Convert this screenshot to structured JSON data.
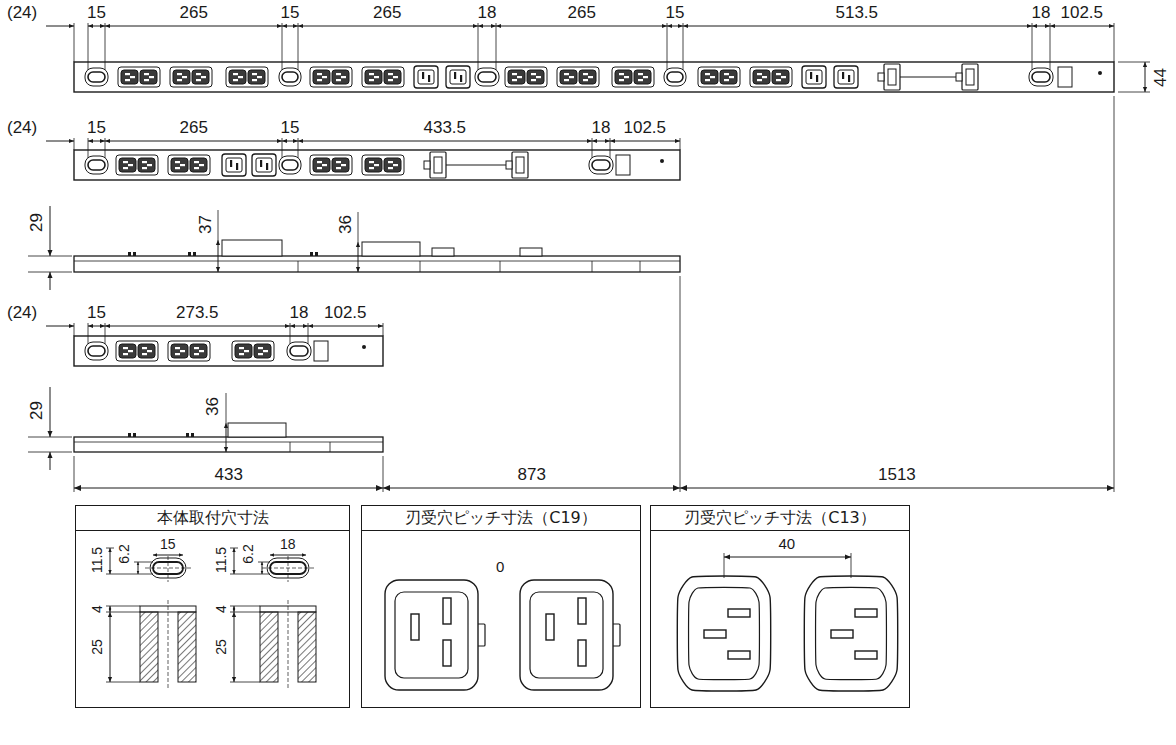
{
  "diagram": {
    "nodes": [
      {
        "text": [
          "本体取付穴寸法"
        ]
      },
      {
        "text": [
          "刃受穴ピッチ寸法（C19）"
        ]
      },
      {
        "text": [
          "刃受穴ピッチ寸法（C13）"
        ]
      }
    ],
    "labels": [
      "(24)",
      "15",
      "265",
      "15",
      "265",
      "18",
      "265",
      "15",
      "513.5",
      "18",
      "102.5",
      "44",
      "(24)",
      "15",
      "265",
      "15",
      "433.5",
      "18",
      "102.5",
      "29",
      "37",
      "36",
      "(24)",
      "15",
      "273.5",
      "18",
      "102.5",
      "29",
      "36",
      "433",
      "873",
      "1513",
      "11.5",
      "6.2",
      "15",
      "11.5",
      "6.2",
      "18",
      "4",
      "25",
      "4",
      "25",
      "0",
      "40"
    ]
  }
}
